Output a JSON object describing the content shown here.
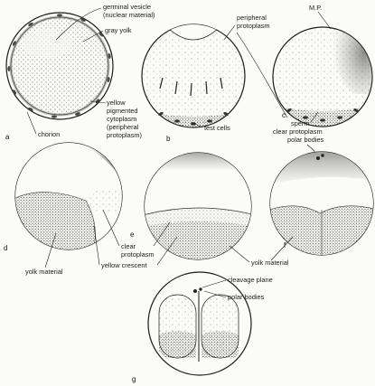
{
  "panels": {
    "a": {
      "letter": "a",
      "labels": {
        "germinal_vesicle_1": "germinal vesicle",
        "germinal_vesicle_2": "(nuclear material)",
        "gray_yolk": "gray yolk",
        "yellow_1": "yellow",
        "yellow_2": "pigmented",
        "yellow_3": "cytoplasm",
        "yellow_4": "(peripheral",
        "yellow_5": "protoplasm)",
        "chorion": "chorion"
      }
    },
    "b": {
      "letter": "b",
      "labels": {
        "peripheral_1": "peripheral",
        "peripheral_2": "protoplasm",
        "test_cells": "test cells"
      }
    },
    "c": {
      "letter": "c",
      "labels": {
        "mp": "M.P.",
        "sperm": "sperm",
        "clear_protoplasm": "clear protoplasm",
        "polar_bodies": "polar bodies"
      }
    },
    "d": {
      "letter": "d",
      "labels": {
        "yolk_material": "yolk material"
      }
    },
    "e": {
      "letter": "e",
      "labels": {
        "clear_1": "clear",
        "clear_2": "protoplasm",
        "yellow_crescent": "yellow crescent"
      }
    },
    "f": {
      "letter": "f",
      "labels": {
        "yolk_material": "yolk material"
      }
    },
    "g": {
      "letter": "g",
      "labels": {
        "cleavage_plane": "cleavage plane",
        "polar_bodies": "polar bodies"
      }
    }
  }
}
